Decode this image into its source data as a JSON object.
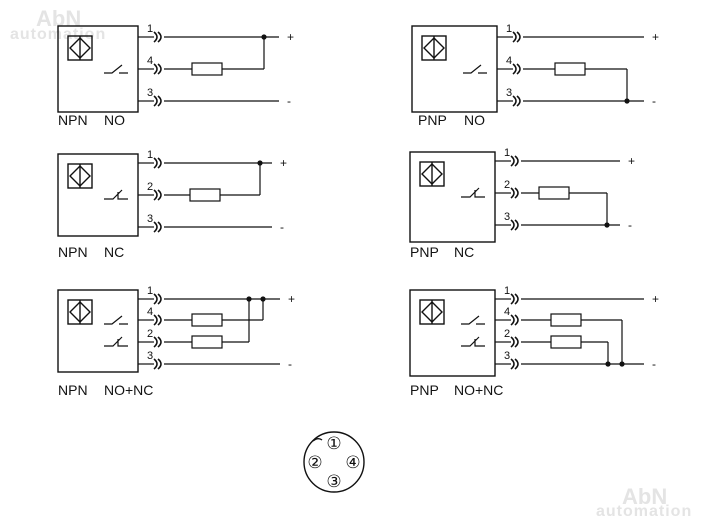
{
  "watermark": {
    "brand": "AbN",
    "sub": "automation"
  },
  "diagrams": [
    {
      "id": "npn-no",
      "type_label": "NPN",
      "mode_label": "NO",
      "pins": [
        {
          "num": "1",
          "signal": "+"
        },
        {
          "num": "4",
          "switch": "no"
        },
        {
          "num": "3",
          "signal": "-"
        }
      ]
    },
    {
      "id": "pnp-no",
      "type_label": "PNP",
      "mode_label": "NO",
      "pins": [
        {
          "num": "1",
          "signal": "+"
        },
        {
          "num": "4",
          "switch": "no"
        },
        {
          "num": "3",
          "signal": "-"
        }
      ]
    },
    {
      "id": "npn-nc",
      "type_label": "NPN",
      "mode_label": "NC",
      "pins": [
        {
          "num": "1",
          "signal": "+"
        },
        {
          "num": "2",
          "switch": "nc"
        },
        {
          "num": "3",
          "signal": "-"
        }
      ]
    },
    {
      "id": "pnp-nc",
      "type_label": "PNP",
      "mode_label": "NC",
      "pins": [
        {
          "num": "1",
          "signal": "+"
        },
        {
          "num": "2",
          "switch": "nc"
        },
        {
          "num": "3",
          "signal": "-"
        }
      ]
    },
    {
      "id": "npn-no-nc",
      "type_label": "NPN",
      "mode_label": "NO+NC",
      "pins": [
        {
          "num": "1",
          "signal": "+"
        },
        {
          "num": "4",
          "switch": "no"
        },
        {
          "num": "2",
          "switch": "nc"
        },
        {
          "num": "3",
          "signal": "-"
        }
      ]
    },
    {
      "id": "pnp-no-nc",
      "type_label": "PNP",
      "mode_label": "NO+NC",
      "pins": [
        {
          "num": "1",
          "signal": "+"
        },
        {
          "num": "4",
          "switch": "no"
        },
        {
          "num": "2",
          "switch": "nc"
        },
        {
          "num": "3",
          "signal": "-"
        }
      ]
    }
  ],
  "connector": {
    "pins": [
      "①",
      "②",
      "③",
      "④"
    ]
  }
}
